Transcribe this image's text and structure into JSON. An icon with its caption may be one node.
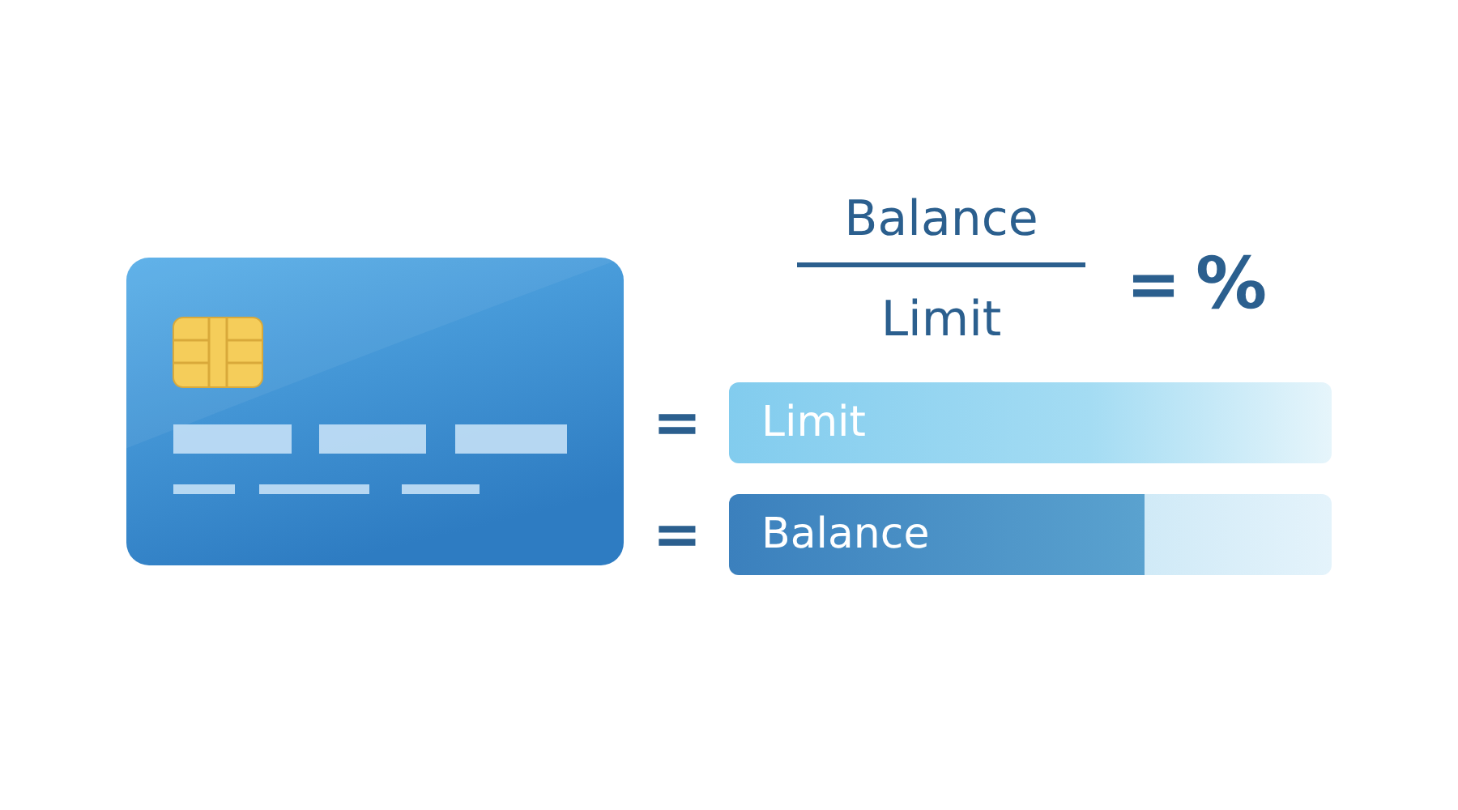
{
  "diagram": {
    "nodes": [
      {
        "text": [],
        "shape": "picture"
      },
      {
        "text": [
          "Limit"
        ]
      },
      {
        "text": [
          "Balance"
        ]
      }
    ],
    "labels": [
      "Balance",
      "Limit",
      "=",
      "%",
      "=",
      "="
    ]
  }
}
